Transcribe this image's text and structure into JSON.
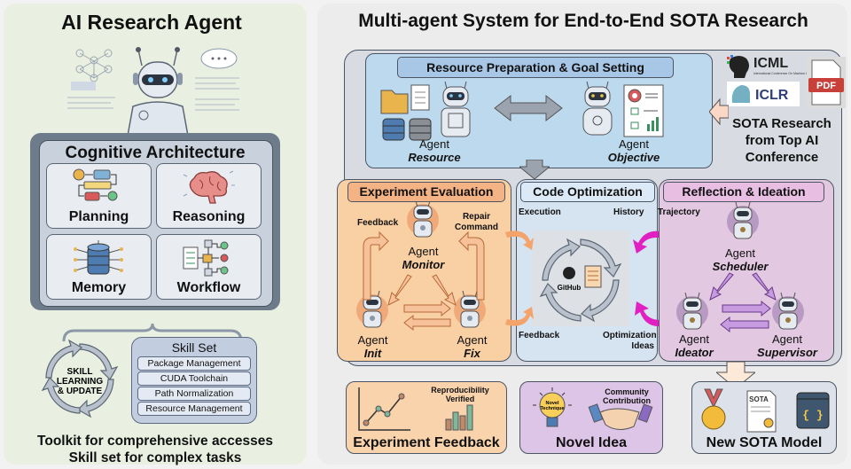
{
  "left_panel": {
    "title": "AI Research Agent",
    "cognitive_architecture": {
      "title": "Cognitive Architecture",
      "modules": [
        {
          "label": "Planning",
          "icon": "flowchart-plan-icon"
        },
        {
          "label": "Reasoning",
          "icon": "brain-icon"
        },
        {
          "label": "Memory",
          "icon": "database-icon"
        },
        {
          "label": "Workflow",
          "icon": "workflow-icon"
        }
      ]
    },
    "skill_cycle": {
      "line1": "SKILL",
      "line2": "LEARNING",
      "line3": "& UPDATE"
    },
    "skill_set": {
      "title": "Skill Set",
      "items": [
        "Package Management",
        "CUDA Toolchain",
        "Path Normalization",
        "Resource Management"
      ]
    },
    "caption_line1": "Toolkit for comprehensive accesses",
    "caption_line2": "Skill set for complex tasks"
  },
  "right_panel": {
    "title": "Multi-agent System for End-to-End SOTA Research",
    "resource_stage": {
      "title": "Resource Preparation & Goal Setting",
      "agents": [
        {
          "prefix": "Agent",
          "name": "Resource"
        },
        {
          "prefix": "Agent",
          "name": "Objective"
        }
      ]
    },
    "conference": {
      "logos": [
        "ICML",
        "ICLR"
      ],
      "icml_sub": "International Conference On Machine Learning",
      "file_badge": "PDF",
      "caption": "SOTA Research from Top AI Conference"
    },
    "experiment_evaluation": {
      "title": "Experiment Evaluation",
      "agents": [
        {
          "prefix": "Agent",
          "name": "Monitor"
        },
        {
          "prefix": "Agent",
          "name": "Init"
        },
        {
          "prefix": "Agent",
          "name": "Fix"
        }
      ],
      "edge_labels": {
        "feedback": "Feedback",
        "repair_line1": "Repair",
        "repair_line2": "Command"
      }
    },
    "code_optimization": {
      "title": "Code Optimization",
      "center_label": "GitHub",
      "labels": {
        "execution": "Execution",
        "history": "History",
        "feedback": "Feedback",
        "optimization_line1": "Optimization",
        "optimization_line2": "Ideas"
      }
    },
    "reflection_ideation": {
      "title": "Reflection & Ideation",
      "trajectory": "Trajectory",
      "agents": [
        {
          "prefix": "Agent",
          "name": "Scheduler"
        },
        {
          "prefix": "Agent",
          "name": "Ideator"
        },
        {
          "prefix": "Agent",
          "name": "Supervisor"
        }
      ]
    },
    "outputs": {
      "experiment_feedback": {
        "title": "Experiment Feedback",
        "note_line1": "Reproducibility",
        "note_line2": "Verified"
      },
      "novel_idea": {
        "title": "Novel Idea",
        "bulb_line1": "Novel",
        "bulb_line2": "Technique",
        "note_line1": "Community",
        "note_line2": "Contribution"
      },
      "new_sota": {
        "title": "New SOTA Model",
        "cert_label": "SOTA"
      }
    }
  },
  "colors": {
    "left_bg": "#e9f0e1",
    "resource_blue": "#bdd9ee",
    "experiment_orange": "#f9cfa4",
    "code_blue": "#d6e4f2",
    "reflection_purple": "#e2c8e0",
    "arrow_magenta": "#e020c0",
    "arrow_orange": "#f4a46a"
  }
}
